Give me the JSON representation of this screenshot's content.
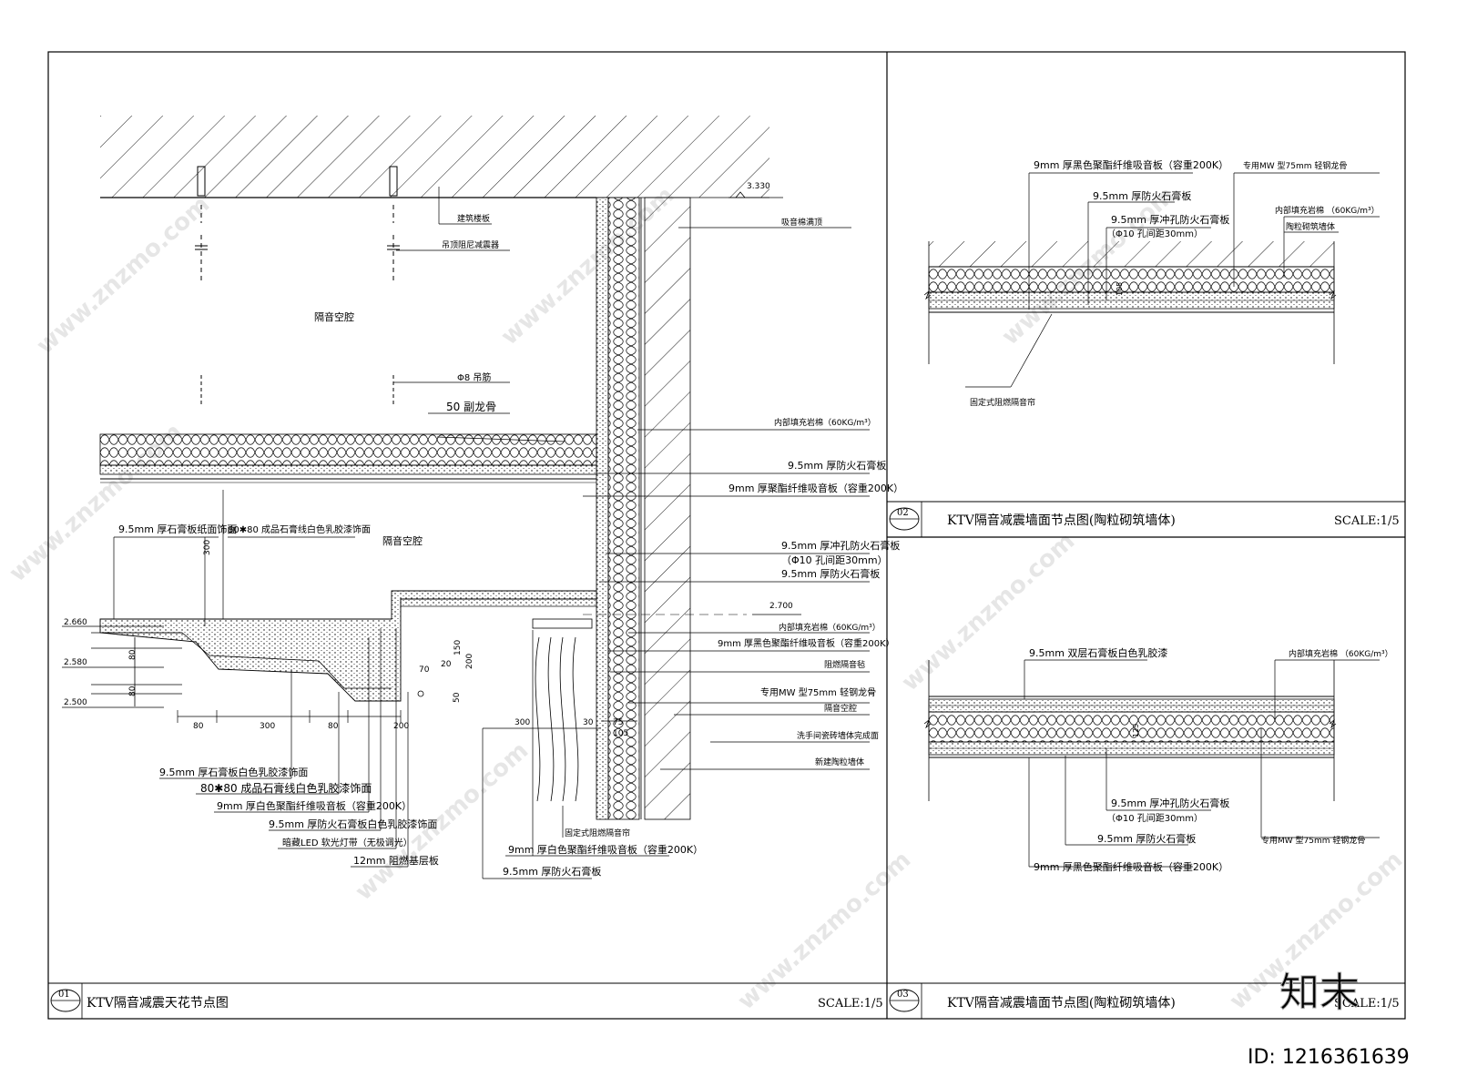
{
  "panel1": {
    "no": "01",
    "title": "KTV隔音减震天花节点图",
    "scale": "SCALE:1/5",
    "cavity_top": "隔音空腔",
    "cavity_mid": "隔音空腔",
    "labels": {
      "floor": "建筑楼板",
      "damper": "吊顶阻尼减震器",
      "rod": "Φ8 吊筋",
      "keel": "50 副龙骨",
      "top_ceiling": "吸音棉满顶",
      "wool": "内部填充岩棉（60KG/m³）",
      "fire_board": "9.5mm 厚防火石膏板",
      "fiber_board": "9mm 厚聚酯纤维吸音板（容重200K）",
      "perf_board": "9.5mm 厚冲孔防火石膏板",
      "perf_spec": "（Φ10 孔间距30mm）",
      "fire_board2": "9.5mm 厚防火石膏板",
      "wool2": "内部填充岩棉（60KG/m³）",
      "black_fiber": "9mm 厚黑色聚酯纤维吸音板（容重200K）",
      "felt": "阻燃隔音毡",
      "mw_keel": "专用MW 型75mm 轻钢龙骨",
      "cavity_right": "隔音空腔",
      "tile_wall": "洗手间瓷砖墙体完成面",
      "new_wall": "新建陶粒墙体",
      "left_a": "9.5mm 厚石膏板纸面饰面",
      "left_b": "80✱80 成品石膏线白色乳胶漆饰面",
      "b1": "9.5mm 厚石膏板白色乳胶漆饰面",
      "b2": "80✱80 成品石膏线白色乳胶漆饰面",
      "b3": "9mm 厚白色聚酯纤维吸音板（容重200K）",
      "b4": "9.5mm 厚防火石膏板白色乳胶漆饰面",
      "b5": "暗藏LED 软光灯带（无极调光）",
      "b6": "12mm 阻燃基层板",
      "c1": "固定式阻燃隔音帘",
      "c2": "9mm 厚白色聚酯纤维吸音板（容重200K）",
      "c3": "9.5mm 厚防火石膏板"
    },
    "levels": [
      "3.330",
      "2.700",
      "2.660",
      "2.580",
      "2.500"
    ],
    "dims": [
      "80",
      "300",
      "80",
      "200",
      "300",
      "30",
      "75",
      "105",
      "300",
      "80",
      "80",
      "150",
      "200",
      "70",
      "20",
      "50"
    ]
  },
  "panel2": {
    "no": "02",
    "title": "KTV隔音减震墙面节点图(陶粒砌筑墙体)",
    "scale": "SCALE:1/5",
    "labels": {
      "l1": "9mm 厚黑色聚酯纤维吸音板（容重200K）",
      "l2": "9.5mm 厚防火石膏板",
      "l3": "9.5mm 厚冲孔防火石膏板",
      "l4": "（Φ10 孔间距30mm）",
      "r1": "专用MW 型75mm 轻钢龙骨",
      "r2": "内部填充岩棉 （60KG/m³）",
      "r3": "陶粒砌筑墙体",
      "bottom": "固定式阻燃隔音帘"
    },
    "dim": "105"
  },
  "panel3": {
    "no": "03",
    "title": "KTV隔音减震墙面节点图(陶粒砌筑墙体)",
    "scale": "SCALE:1/5",
    "labels": {
      "t1": "9.5mm 双层石膏板白色乳胶漆",
      "t2": "内部填充岩棉 （60KG/m³）",
      "b1": "9.5mm 厚冲孔防火石膏板",
      "b2": "（Φ10 孔间距30mm）",
      "b3": "9.5mm 厚防火石膏板",
      "b4": "9mm 厚黑色聚酯纤维吸音板（容重200K）",
      "r1": "专用MW 型75mm 轻钢龙骨"
    },
    "dim": "125"
  },
  "watermark": {
    "url": "www.znzmo.com",
    "brand": "知末",
    "id": "ID: 1216361639"
  }
}
